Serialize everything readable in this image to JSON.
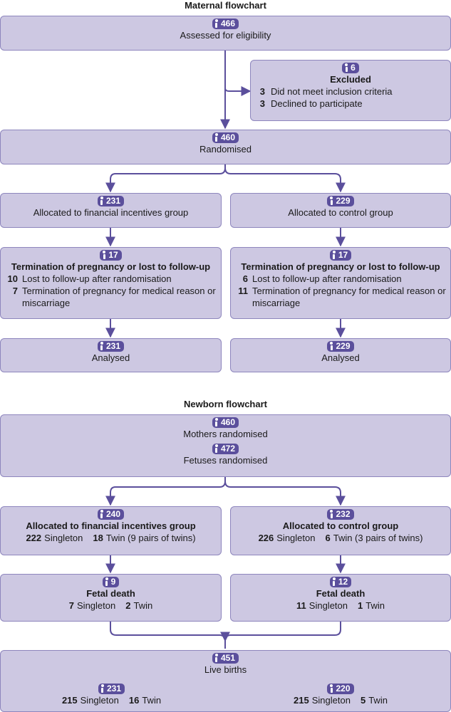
{
  "maternal": {
    "title": "Maternal flowchart",
    "assessed": {
      "count": "466",
      "label": "Assessed for eligibility"
    },
    "excluded": {
      "count": "6",
      "label": "Excluded",
      "items": [
        {
          "n": "3",
          "text": "Did not meet inclusion criteria"
        },
        {
          "n": "3",
          "text": "Declined to participate"
        }
      ]
    },
    "randomised": {
      "count": "460",
      "label": "Randomised"
    },
    "intervention": {
      "allocated": {
        "count": "231",
        "label": "Allocated to financial incentives group"
      },
      "lost": {
        "count": "17",
        "label": "Termination of pregnancy or lost to follow-up",
        "items": [
          {
            "n": "10",
            "text": "Lost to follow-up after randomisation"
          },
          {
            "n": "7",
            "text": "Termination of pregnancy for medical reason or miscarriage"
          }
        ]
      },
      "analysed": {
        "count": "231",
        "label": "Analysed"
      }
    },
    "control": {
      "allocated": {
        "count": "229",
        "label": "Allocated to control group"
      },
      "lost": {
        "count": "17",
        "label": "Termination of pregnancy or lost to follow-up",
        "items": [
          {
            "n": "6",
            "text": "Lost to follow-up after randomisation"
          },
          {
            "n": "11",
            "text": "Termination of pregnancy for medical reason or miscarriage"
          }
        ]
      },
      "analysed": {
        "count": "229",
        "label": "Analysed"
      }
    }
  },
  "newborn": {
    "title": "Newborn flowchart",
    "mothers": {
      "count": "460",
      "label": "Mothers randomised"
    },
    "fetuses": {
      "count": "472",
      "label": "Fetuses randomised"
    },
    "intervention": {
      "allocated": {
        "count": "240",
        "label": "Allocated to financial incentives group",
        "singleton_n": "222",
        "singleton_label": "Singleton",
        "twin_n": "18",
        "twin_label": "Twin (9 pairs of twins)"
      },
      "fetal_death": {
        "count": "9",
        "label": "Fetal death",
        "singleton_n": "7",
        "singleton_label": "Singleton",
        "twin_n": "2",
        "twin_label": "Twin"
      },
      "live": {
        "count": "231",
        "singleton_n": "215",
        "singleton_label": "Singleton",
        "twin_n": "16",
        "twin_label": "Twin"
      }
    },
    "control": {
      "allocated": {
        "count": "232",
        "label": "Allocated to control group",
        "singleton_n": "226",
        "singleton_label": "Singleton",
        "twin_n": "6",
        "twin_label": "Twin (3 pairs of twins)"
      },
      "fetal_death": {
        "count": "12",
        "label": "Fetal death",
        "singleton_n": "11",
        "singleton_label": "Singleton",
        "twin_n": "1",
        "twin_label": "Twin"
      },
      "live": {
        "count": "220",
        "singleton_n": "215",
        "singleton_label": "Singleton",
        "twin_n": "5",
        "twin_label": "Twin"
      }
    },
    "live_births": {
      "count": "451",
      "label": "Live births"
    }
  },
  "colors": {
    "box_fill": "#cdc8e2",
    "box_border": "#8e86bd",
    "accent": "#5b4f9c"
  }
}
